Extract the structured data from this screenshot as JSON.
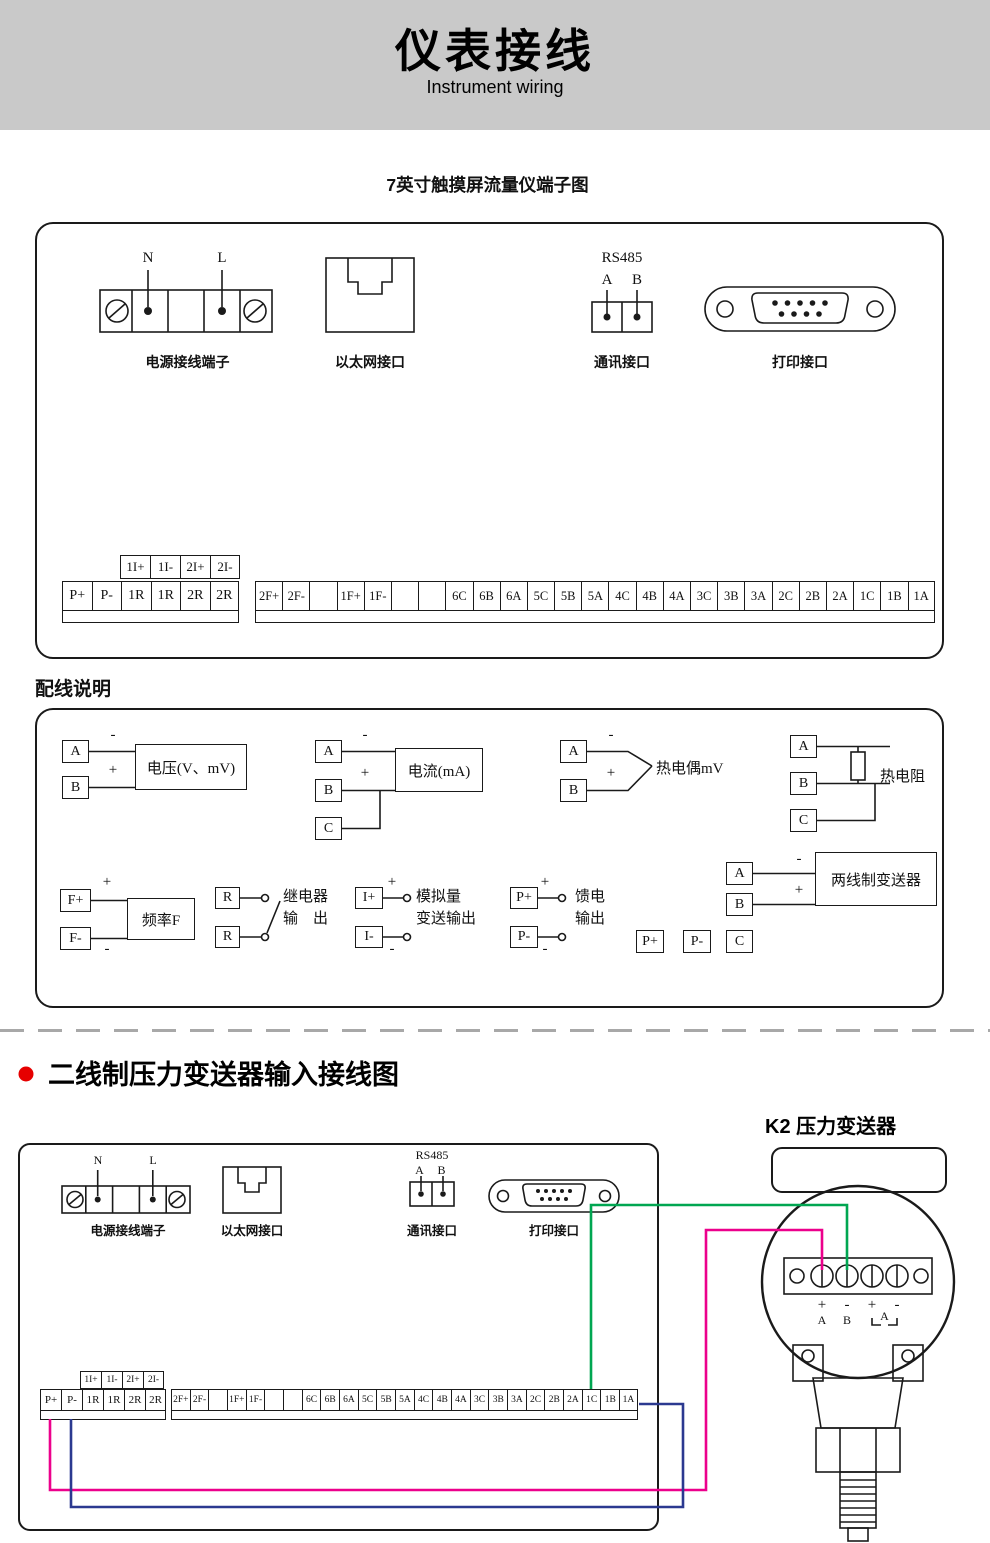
{
  "header": {
    "title": "仪表接线",
    "subtitle": "Instrument wiring"
  },
  "sym": {
    "plus": "+",
    "minus": "-"
  },
  "section1": {
    "title": "7英寸触摸屏流量仪端子图",
    "power": {
      "n": "N",
      "l": "L",
      "caption": "电源接线端子"
    },
    "ethernet": {
      "caption": "以太网接口"
    },
    "comm": {
      "title": "RS485",
      "a": "A",
      "b": "B",
      "caption": "通讯接口"
    },
    "printer": {
      "caption": "打印接口"
    },
    "strip_small": [
      "1I+",
      "1I-",
      "2I+",
      "2I-"
    ],
    "strip_left": [
      "P+",
      "P-",
      "1R",
      "1R",
      "2R",
      "2R"
    ],
    "strip_right": [
      "2F+",
      "2F-",
      "",
      "1F+",
      "1F-",
      "",
      "",
      "6C",
      "6B",
      "6A",
      "5C",
      "5B",
      "5A",
      "4C",
      "4B",
      "4A",
      "3C",
      "3B",
      "3A",
      "2C",
      "2B",
      "2A",
      "1C",
      "1B",
      "1A"
    ]
  },
  "section2": {
    "title": "配线说明",
    "voltage": {
      "a": "A",
      "b": "B",
      "label": "电压(V、mV)"
    },
    "current": {
      "a": "A",
      "b": "B",
      "c": "C",
      "label": "电流(mA)"
    },
    "thermocouple": {
      "a": "A",
      "b": "B",
      "label": "热电偶mV"
    },
    "rtd": {
      "a": "A",
      "b": "B",
      "c": "C",
      "label": "热电阻"
    },
    "frequency": {
      "fplus": "F+",
      "fminus": "F-",
      "label": "频率F"
    },
    "relay": {
      "r1": "R",
      "r2": "R",
      "line1": "继电器",
      "line2": "输　出"
    },
    "analog": {
      "iplus": "I+",
      "iminus": "I-",
      "line1": "模拟量",
      "line2": "变送输出"
    },
    "feed": {
      "pplus": "P+",
      "pminus": "P-",
      "line1": "馈电",
      "line2": "输出"
    },
    "twowire": {
      "a": "A",
      "b": "B",
      "c": "C",
      "pplus": "P+",
      "pminus": "P-",
      "label": "两线制变送器"
    }
  },
  "section3": {
    "title": "二线制压力变送器输入接线图",
    "device_title": "K2 压力变送器",
    "power": {
      "n": "N",
      "l": "L",
      "caption": "电源接线端子"
    },
    "ethernet": {
      "caption": "以太网接口"
    },
    "comm": {
      "title": "RS485",
      "a": "A",
      "b": "B",
      "caption": "通讯接口"
    },
    "printer": {
      "caption": "打印接口"
    },
    "strip_small": [
      "1I+",
      "1I-",
      "2I+",
      "2I-"
    ],
    "strip_left": [
      "P+",
      "P-",
      "1R",
      "1R",
      "2R",
      "2R"
    ],
    "strip_right": [
      "2F+",
      "2F-",
      "",
      "1F+",
      "1F-",
      "",
      "",
      "6C",
      "6B",
      "6A",
      "5C",
      "5B",
      "5A",
      "4C",
      "4B",
      "4A",
      "3C",
      "3B",
      "3A",
      "2C",
      "2B",
      "2A",
      "1C",
      "1B",
      "1A"
    ],
    "transmitter": {
      "t1": "+",
      "t2": "-",
      "t3": "+",
      "t4": "-",
      "a": "A",
      "b": "B",
      "a2": "A"
    }
  },
  "colors": {
    "header_bg": "#C9C9C9",
    "bullet_red": "#E60000",
    "wire_green": "#00A651",
    "wire_magenta": "#EC008C",
    "wire_blue": "#2B3990",
    "line": "#1A1A1A"
  }
}
